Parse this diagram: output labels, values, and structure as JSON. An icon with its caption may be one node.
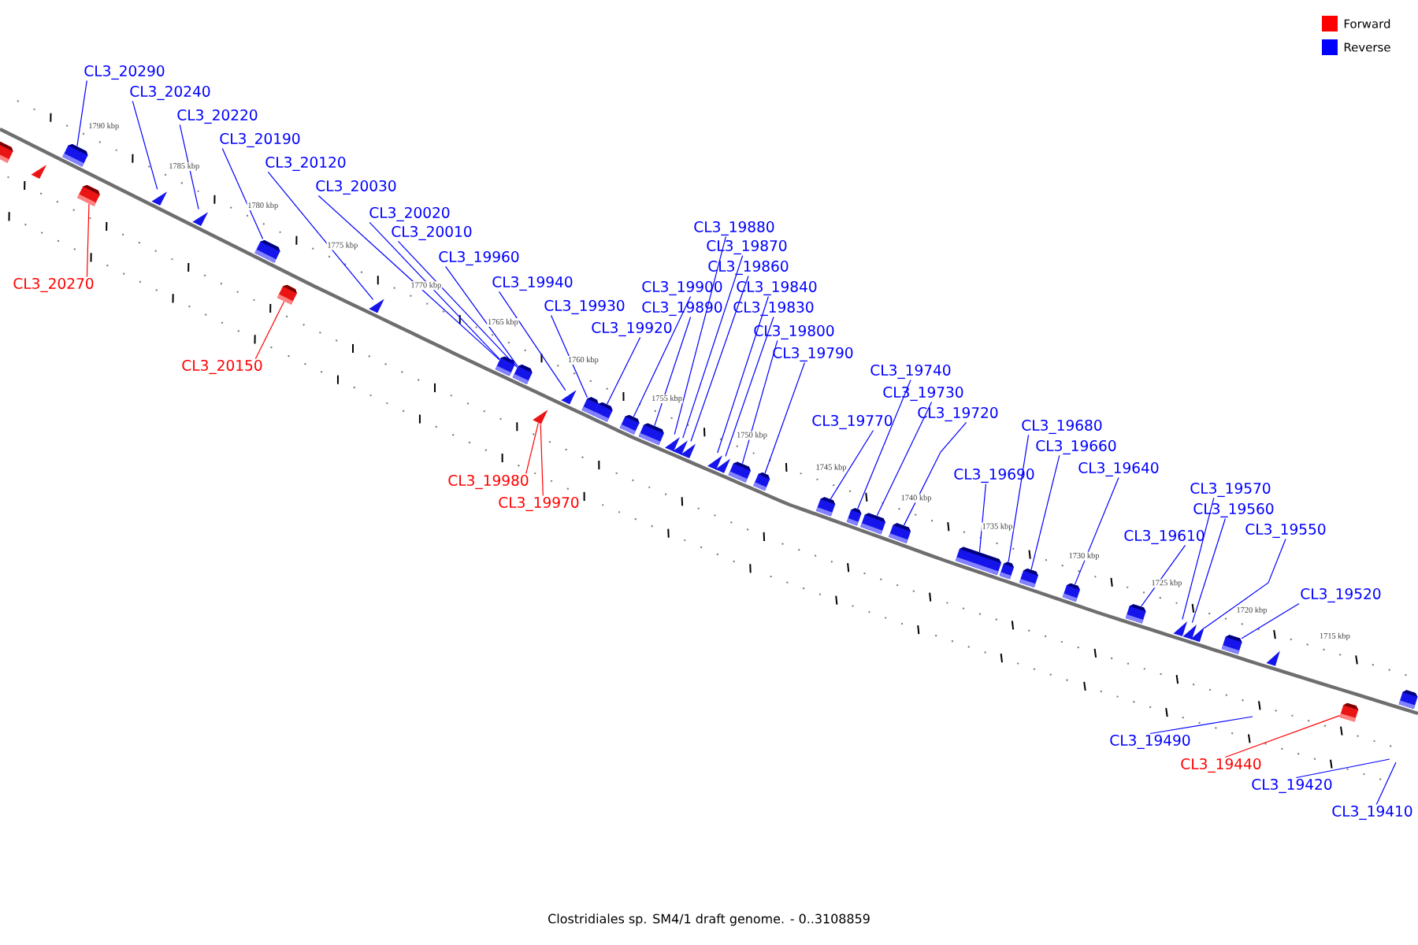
{
  "diagram": {
    "caption": "Clostridiales sp. SM4/1 draft genome. - 0..3108859",
    "nodes": [
      {
        "text": [
          "CL3_20290"
        ]
      },
      {
        "text": [
          "CL3_20240"
        ]
      },
      {
        "text": [
          "CL3_20220"
        ]
      },
      {
        "text": [
          "CL3_20190"
        ]
      },
      {
        "text": [
          "CL3_20120"
        ]
      },
      {
        "text": [
          "CL3_20030"
        ]
      },
      {
        "text": [
          "CL3_20020"
        ]
      },
      {
        "text": [
          "CL3_20010"
        ]
      },
      {
        "text": [
          "CL3_19960"
        ]
      },
      {
        "text": [
          "CL3_19940"
        ]
      },
      {
        "text": [
          "CL3_19930"
        ]
      },
      {
        "text": [
          "CL3_19920"
        ]
      },
      {
        "text": [
          "CL3_19880"
        ]
      },
      {
        "text": [
          "CL3_19870"
        ]
      },
      {
        "text": [
          "CL3_19860"
        ]
      },
      {
        "text": [
          "CL3_19900"
        ]
      },
      {
        "text": [
          "CL3_19840"
        ]
      },
      {
        "text": [
          "CL3_19890"
        ]
      },
      {
        "text": [
          "CL3_19830"
        ]
      },
      {
        "text": [
          "CL3_19800"
        ]
      },
      {
        "text": [
          "CL3_19790"
        ]
      },
      {
        "text": [
          "CL3_19770"
        ]
      },
      {
        "text": [
          "CL3_19740"
        ]
      },
      {
        "text": [
          "CL3_19730"
        ]
      },
      {
        "text": [
          "CL3_19720"
        ]
      },
      {
        "text": [
          "CL3_19690"
        ]
      },
      {
        "text": [
          "CL3_19680"
        ]
      },
      {
        "text": [
          "CL3_19660"
        ]
      },
      {
        "text": [
          "CL3_19640"
        ]
      },
      {
        "text": [
          "CL3_19610"
        ]
      },
      {
        "text": [
          "CL3_19570"
        ]
      },
      {
        "text": [
          "CL3_19560"
        ]
      },
      {
        "text": [
          "CL3_19550"
        ]
      },
      {
        "text": [
          "CL3_19520"
        ]
      },
      {
        "text": [
          "CL3_20270"
        ]
      },
      {
        "text": [
          "CL3_20150"
        ]
      },
      {
        "text": [
          "CL3_19980"
        ]
      },
      {
        "text": [
          "CL3_19970"
        ]
      },
      {
        "text": [
          "CL3_19490"
        ]
      },
      {
        "text": [
          "CL3_19440"
        ]
      },
      {
        "text": [
          "CL3_19420"
        ]
      },
      {
        "text": [
          "CL3_19410"
        ]
      },
      {
        "text": [],
        "shape": "box"
      },
      {
        "text": [],
        "shape": "box"
      },
      {
        "text": [],
        "shape": "box"
      },
      {
        "text": [],
        "shape": "box"
      },
      {
        "text": [],
        "shape": "box"
      },
      {
        "text": [],
        "shape": "box"
      },
      {
        "text": [],
        "shape": "box"
      },
      {
        "text": [],
        "shape": "box"
      },
      {
        "text": [],
        "shape": "box"
      },
      {
        "text": [],
        "shape": "box"
      },
      {
        "text": [],
        "shape": "box"
      },
      {
        "text": [],
        "shape": "box"
      },
      {
        "text": [],
        "shape": "box"
      },
      {
        "text": [],
        "shape": "box"
      },
      {
        "text": [],
        "shape": "box"
      },
      {
        "text": [],
        "shape": "box"
      },
      {
        "text": [],
        "shape": "box"
      },
      {
        "text": [],
        "shape": "box"
      },
      {
        "text": [],
        "shape": "box"
      },
      {
        "text": [],
        "shape": "box"
      },
      {
        "text": [],
        "shape": "box"
      },
      {
        "text": [],
        "shape": "box"
      },
      {
        "text": [],
        "shape": "box"
      },
      {
        "text": [],
        "shape": "box"
      },
      {
        "text": [],
        "shape": "box"
      },
      {
        "text": [],
        "shape": "box"
      },
      {
        "text": [],
        "shape": "box"
      },
      {
        "text": [],
        "shape": "box"
      },
      {
        "text": [],
        "shape": "box"
      },
      {
        "text": [],
        "shape": "box"
      },
      {
        "text": [],
        "shape": "box"
      },
      {
        "text": [],
        "shape": "box"
      },
      {
        "text": [],
        "shape": "box"
      },
      {
        "text": [],
        "shape": "box"
      },
      {
        "text": [],
        "shape": "box"
      },
      {
        "text": [],
        "shape": "box"
      },
      {
        "text": [],
        "shape": "box"
      },
      {
        "text": [],
        "shape": "box"
      },
      {
        "text": [],
        "shape": "box"
      },
      {
        "text": [],
        "shape": "box"
      }
    ],
    "edges": [
      {
        "from": 0,
        "to": 42,
        "arrow": "none"
      },
      {
        "from": 1,
        "to": 44,
        "arrow": "none"
      },
      {
        "from": 2,
        "to": 45,
        "arrow": "none"
      },
      {
        "from": 3,
        "to": 46,
        "arrow": "none"
      },
      {
        "from": 4,
        "to": 48,
        "arrow": "none"
      },
      {
        "from": 5,
        "to": 49,
        "arrow": "none"
      },
      {
        "from": 6,
        "to": 49,
        "arrow": "none"
      },
      {
        "from": 7,
        "to": 50,
        "arrow": "none"
      },
      {
        "from": 8,
        "to": 50,
        "arrow": "none"
      },
      {
        "from": 9,
        "to": 52,
        "arrow": "none"
      },
      {
        "from": 10,
        "to": 53,
        "arrow": "none"
      },
      {
        "from": 11,
        "to": 54,
        "arrow": "none"
      },
      {
        "from": 12,
        "to": 57,
        "arrow": "none"
      },
      {
        "from": 13,
        "to": 58,
        "arrow": "none"
      },
      {
        "from": 14,
        "to": 59,
        "arrow": "none"
      },
      {
        "from": 15,
        "to": 55,
        "arrow": "none"
      },
      {
        "from": 16,
        "to": 60,
        "arrow": "none"
      },
      {
        "from": 17,
        "to": 56,
        "arrow": "none"
      },
      {
        "from": 18,
        "to": 61,
        "arrow": "none"
      },
      {
        "from": 19,
        "to": 62,
        "arrow": "none"
      },
      {
        "from": 20,
        "to": 63,
        "arrow": "none"
      },
      {
        "from": 21,
        "to": 64,
        "arrow": "none"
      },
      {
        "from": 22,
        "to": 65,
        "arrow": "none"
      },
      {
        "from": 23,
        "to": 66,
        "arrow": "none"
      },
      {
        "from": 24,
        "to": 67,
        "arrow": "none"
      },
      {
        "from": 25,
        "to": 68,
        "arrow": "none"
      },
      {
        "from": 26,
        "to": 69,
        "arrow": "none"
      },
      {
        "from": 27,
        "to": 70,
        "arrow": "none"
      },
      {
        "from": 28,
        "to": 71,
        "arrow": "none"
      },
      {
        "from": 29,
        "to": 72,
        "arrow": "none"
      },
      {
        "from": 30,
        "to": 73,
        "arrow": "none"
      },
      {
        "from": 31,
        "to": 74,
        "arrow": "none"
      },
      {
        "from": 32,
        "to": 75,
        "arrow": "none"
      },
      {
        "from": 33,
        "to": 76,
        "arrow": "none"
      },
      {
        "from": 34,
        "to": 43,
        "arrow": "none",
        "color": "#ff0000"
      },
      {
        "from": 35,
        "to": 47,
        "arrow": "none",
        "color": "#ff0000"
      },
      {
        "from": 36,
        "to": 51,
        "arrow": "none",
        "color": "#ff0000"
      },
      {
        "from": 37,
        "to": 51,
        "arrow": "none",
        "color": "#ff0000"
      },
      {
        "from": 38,
        "to": null,
        "arrow": "none"
      },
      {
        "from": 39,
        "to": 77,
        "arrow": "none",
        "color": "#ff0000"
      },
      {
        "from": 40,
        "to": null,
        "arrow": "none"
      },
      {
        "from": 41,
        "to": null,
        "arrow": "none"
      }
    ],
    "labels": [
      "1790 kbp",
      "1785 kbp",
      "1780 kbp",
      "1775 kbp",
      "1770 kbp",
      "1765 kbp",
      "1760 kbp",
      "1755 kbp",
      "1750 kbp",
      "1745 kbp",
      "1740 kbp",
      "1735 kbp",
      "1730 kbp",
      "1725 kbp",
      "1720 kbp",
      "1715 kbp"
    ],
    "legend": [
      {
        "text": "Forward",
        "color": "#ff0000"
      },
      {
        "text": "Reverse",
        "color": "#0000ff"
      }
    ]
  }
}
